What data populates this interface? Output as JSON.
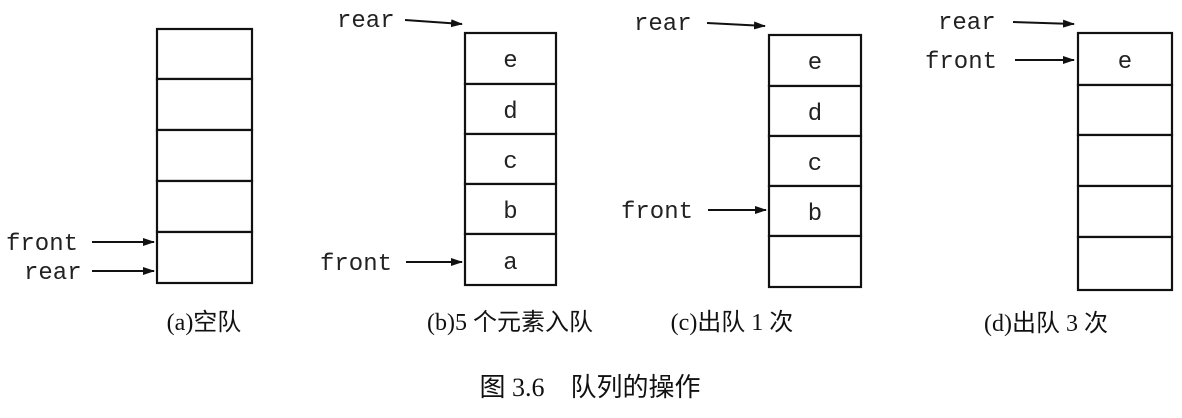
{
  "figure": {
    "title": "图 3.6　队列的操作"
  },
  "panels": [
    {
      "id": "a",
      "caption": "(a)空队",
      "cells": [
        "",
        "",
        "",
        "",
        ""
      ],
      "pointers": [
        {
          "label": "front"
        },
        {
          "label": "rear"
        }
      ]
    },
    {
      "id": "b",
      "caption": "(b)5 个元素入队",
      "cells": [
        "e",
        "d",
        "c",
        "b",
        "a"
      ],
      "pointers": [
        {
          "label": "rear"
        },
        {
          "label": "front"
        }
      ]
    },
    {
      "id": "c",
      "caption": "(c)出队 1 次",
      "cells": [
        "e",
        "d",
        "c",
        "b",
        ""
      ],
      "pointers": [
        {
          "label": "rear"
        },
        {
          "label": "front"
        }
      ]
    },
    {
      "id": "d",
      "caption": "(d)出队 3 次",
      "cells": [
        "e",
        "",
        "",
        "",
        ""
      ],
      "pointers": [
        {
          "label": "rear"
        },
        {
          "label": "front"
        }
      ]
    }
  ]
}
